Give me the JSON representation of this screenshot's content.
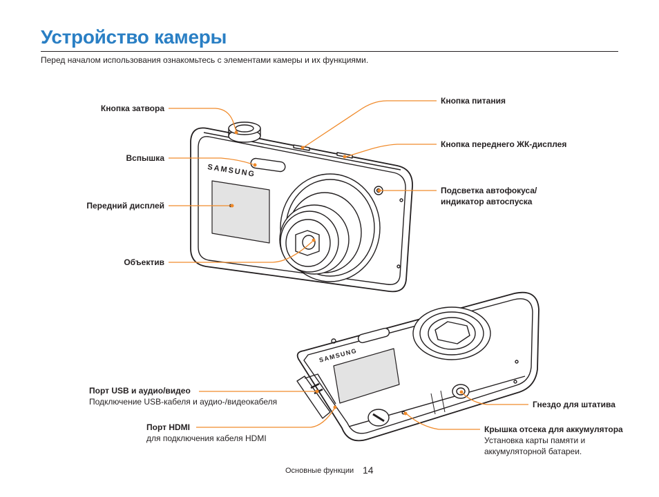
{
  "page": {
    "title": "Устройство камеры",
    "intro": "Перед началом использования ознакомьтесь с элементами камеры и их функциями.",
    "footer_section": "Основные функции",
    "footer_page": "14"
  },
  "camera": {
    "brand": "SAMSUNG",
    "colors": {
      "accent": "#2a7fc4",
      "callout": "#f08a2a",
      "outline": "#231f20"
    }
  },
  "labels": {
    "shutter": "Кнопка затвора",
    "flash": "Вспышка",
    "front_display": "Передний дисплей",
    "lens": "Объектив",
    "power": "Кнопка питания",
    "front_lcd_button": "Кнопка переднего ЖК-дисплея",
    "af_lamp_line1": "Подсветка автофокуса/",
    "af_lamp_line2": "индикатор автоспуска",
    "usb_port": "Порт USB и аудио/видео",
    "usb_port_desc": "Подключение USB-кабеля и аудио-/видеокабеля",
    "hdmi_port": "Порт HDMI",
    "hdmi_port_desc": "для подключения кабеля HDMI",
    "tripod": "Гнездо для штатива",
    "battery_cover": "Крышка отсека для аккумулятора",
    "battery_cover_desc_line1": "Установка карты памяти и",
    "battery_cover_desc_line2": "аккумуляторной батареи."
  }
}
